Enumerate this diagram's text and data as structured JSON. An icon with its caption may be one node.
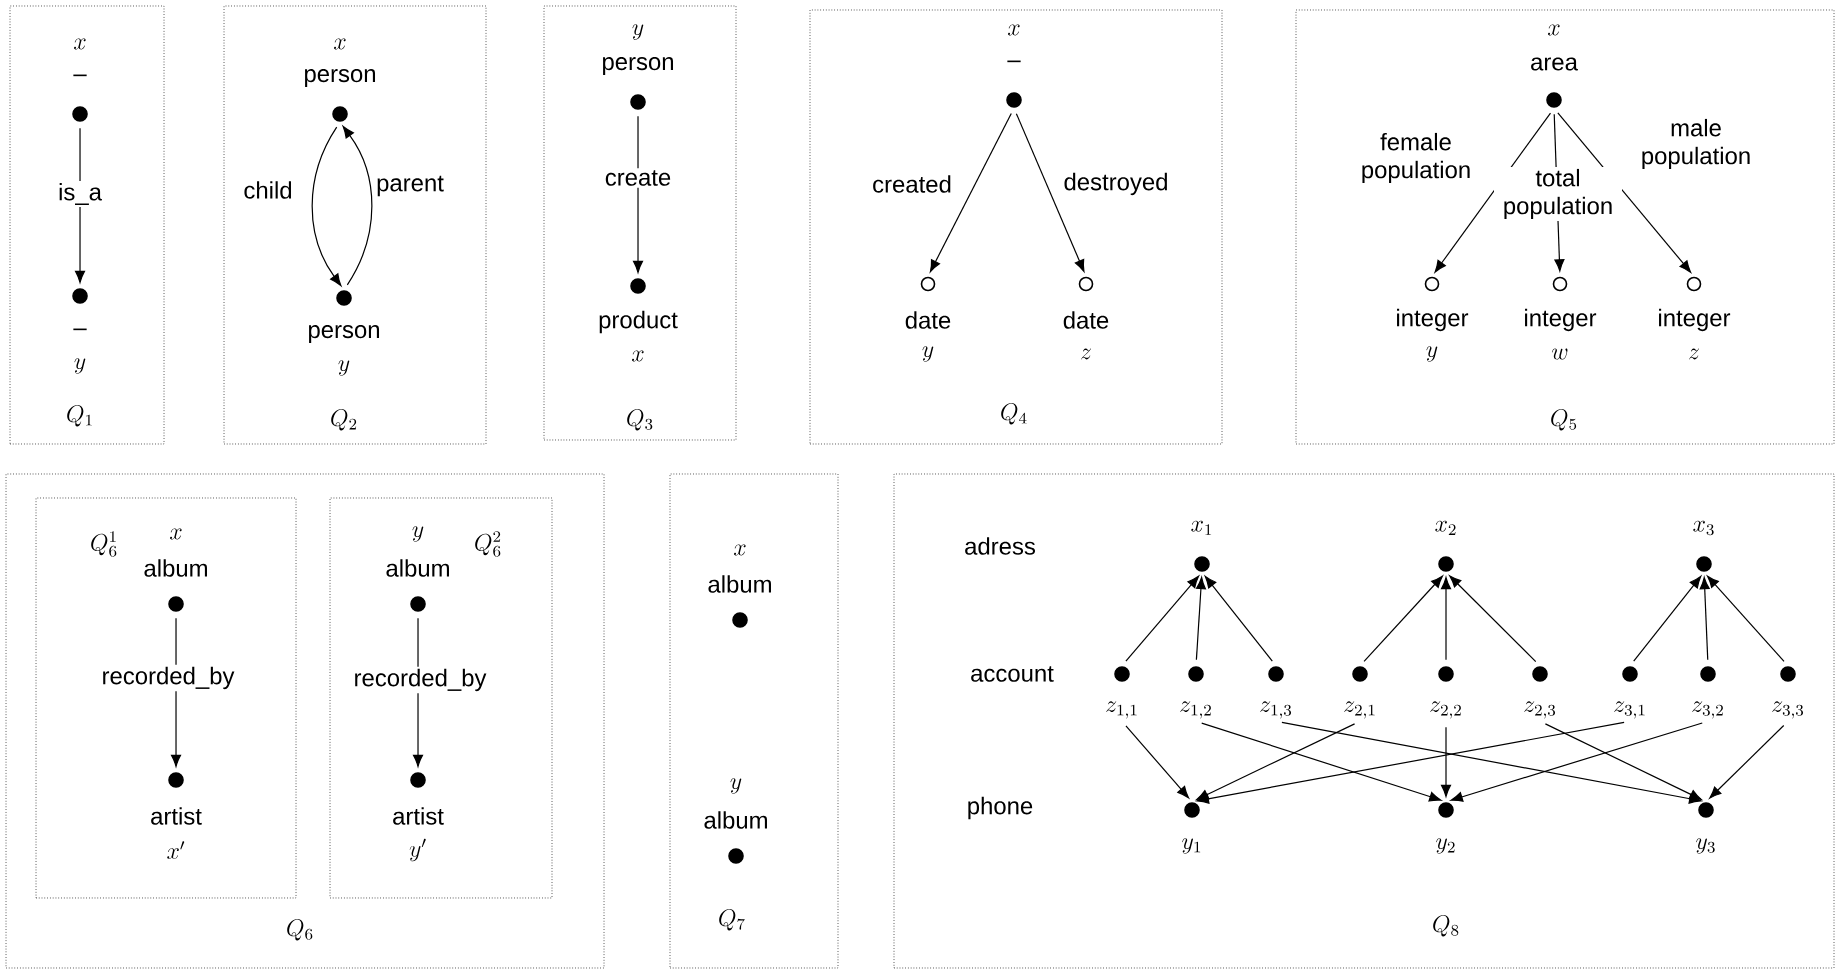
{
  "diagram": {
    "nodes": [
      {
        "text": [
          "Q_1"
        ]
      },
      {
        "text": [
          "x",
          "–"
        ],
        "in": 0
      },
      {
        "text": [
          "–",
          "y"
        ],
        "in": 0
      },
      {
        "text": [
          "Q_2"
        ]
      },
      {
        "text": [
          "x",
          "person"
        ],
        "in": 3
      },
      {
        "text": [
          "person",
          "y"
        ],
        "in": 3
      },
      {
        "text": [
          "Q_3"
        ]
      },
      {
        "text": [
          "y",
          "person"
        ],
        "in": 6
      },
      {
        "text": [
          "product",
          "x"
        ],
        "in": 6
      },
      {
        "text": [
          "Q_4"
        ]
      },
      {
        "text": [
          "x",
          "–"
        ],
        "in": 9
      },
      {
        "text": [
          "date",
          "y"
        ],
        "in": 9
      },
      {
        "text": [
          "date",
          "z"
        ],
        "in": 9
      },
      {
        "text": [
          "Q_5"
        ]
      },
      {
        "text": [
          "x",
          "area"
        ],
        "in": 13
      },
      {
        "text": [
          "integer",
          "y"
        ],
        "in": 13
      },
      {
        "text": [
          "integer",
          "w"
        ],
        "in": 13
      },
      {
        "text": [
          "integer",
          "z"
        ],
        "in": 13
      },
      {
        "text": [
          "Q_6"
        ]
      },
      {
        "text": [
          "Q_6^1"
        ],
        "in": 18
      },
      {
        "text": [
          "x",
          "album"
        ],
        "in": 19
      },
      {
        "text": [
          "artist",
          "x'"
        ],
        "in": 19
      },
      {
        "text": [
          "Q_6^2"
        ],
        "in": 18
      },
      {
        "text": [
          "y",
          "album"
        ],
        "in": 22
      },
      {
        "text": [
          "artist",
          "y'"
        ],
        "in": 22
      },
      {
        "text": [
          "Q_7"
        ]
      },
      {
        "text": [
          "x",
          "album"
        ],
        "in": 25
      },
      {
        "text": [
          "y",
          "album"
        ],
        "in": 25
      },
      {
        "text": [
          "Q_8"
        ]
      },
      {
        "text": [
          "x_1"
        ],
        "in": 28
      },
      {
        "text": [
          "x_2"
        ],
        "in": 28
      },
      {
        "text": [
          "x_3"
        ],
        "in": 28
      },
      {
        "text": [
          "z_{1,1}"
        ],
        "in": 28
      },
      {
        "text": [
          "z_{1,2}"
        ],
        "in": 28
      },
      {
        "text": [
          "z_{1,3}"
        ],
        "in": 28
      },
      {
        "text": [
          "z_{2,1}"
        ],
        "in": 28
      },
      {
        "text": [
          "z_{2,2}"
        ],
        "in": 28
      },
      {
        "text": [
          "z_{2,3}"
        ],
        "in": 28
      },
      {
        "text": [
          "z_{3,1}"
        ],
        "in": 28
      },
      {
        "text": [
          "z_{3,2}"
        ],
        "in": 28
      },
      {
        "text": [
          "z_{3,3}"
        ],
        "in": 28
      },
      {
        "text": [
          "y_1"
        ],
        "in": 28
      },
      {
        "text": [
          "y_2"
        ],
        "in": 28
      },
      {
        "text": [
          "y_3"
        ],
        "in": 28
      }
    ],
    "edges": [
      {
        "from": 1,
        "to": 2,
        "arrow": "to",
        "label": "is_a"
      },
      {
        "from": 4,
        "to": 5,
        "arrow": "to",
        "label": "child"
      },
      {
        "from": 5,
        "to": 4,
        "arrow": "to",
        "label": "parent"
      },
      {
        "from": 7,
        "to": 8,
        "arrow": "to",
        "label": "create"
      },
      {
        "from": 10,
        "to": 11,
        "arrow": "to",
        "label": "created"
      },
      {
        "from": 10,
        "to": 12,
        "arrow": "to",
        "label": "destroyed"
      },
      {
        "from": 14,
        "to": 15,
        "arrow": "to",
        "label": "female population"
      },
      {
        "from": 14,
        "to": 16,
        "arrow": "to",
        "label": "total population"
      },
      {
        "from": 14,
        "to": 17,
        "arrow": "to",
        "label": "male population"
      },
      {
        "from": 20,
        "to": 21,
        "arrow": "to",
        "label": "recorded_by"
      },
      {
        "from": 23,
        "to": 24,
        "arrow": "to",
        "label": "recorded_by"
      },
      {
        "from": 32,
        "to": 29,
        "arrow": "to"
      },
      {
        "from": 33,
        "to": 29,
        "arrow": "to"
      },
      {
        "from": 34,
        "to": 29,
        "arrow": "to"
      },
      {
        "from": 35,
        "to": 30,
        "arrow": "to"
      },
      {
        "from": 36,
        "to": 30,
        "arrow": "to"
      },
      {
        "from": 37,
        "to": 30,
        "arrow": "to"
      },
      {
        "from": 38,
        "to": 31,
        "arrow": "to"
      },
      {
        "from": 39,
        "to": 31,
        "arrow": "to"
      },
      {
        "from": 40,
        "to": 31,
        "arrow": "to"
      },
      {
        "from": 32,
        "to": 41,
        "arrow": "to"
      },
      {
        "from": 33,
        "to": 42,
        "arrow": "to"
      },
      {
        "from": 34,
        "to": 43,
        "arrow": "to"
      },
      {
        "from": 35,
        "to": 41,
        "arrow": "to"
      },
      {
        "from": 36,
        "to": 42,
        "arrow": "to"
      },
      {
        "from": 37,
        "to": 43,
        "arrow": "to"
      },
      {
        "from": 38,
        "to": 41,
        "arrow": "to"
      },
      {
        "from": 39,
        "to": 42,
        "arrow": "to"
      },
      {
        "from": 40,
        "to": 43,
        "arrow": "to"
      }
    ],
    "labels": [
      "adress",
      "account",
      "phone"
    ]
  }
}
